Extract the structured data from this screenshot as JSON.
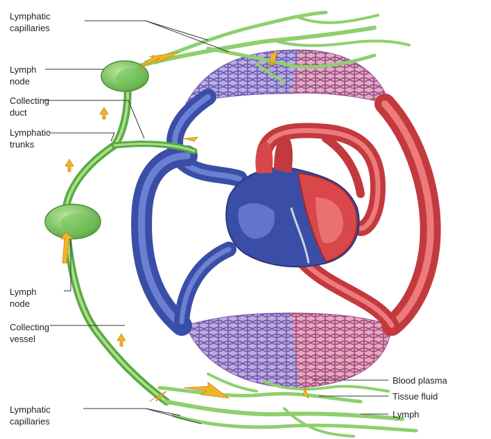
{
  "labels": {
    "lymphatic_capillaries_top": [
      "Lymphatic",
      "capillaries"
    ],
    "lymph_node_top": [
      "Lymph",
      "node"
    ],
    "collecting_duct": [
      "Collecting",
      "duct"
    ],
    "lymphatic_trunks": [
      "Lymphatic",
      "trunks"
    ],
    "lymph_node_mid": [
      "Lymph",
      "node"
    ],
    "collecting_vessel": [
      "Collecting",
      "vessel"
    ],
    "lymphatic_capillaries_bottom": [
      "Lymphatic",
      "capillaries"
    ],
    "blood_plasma": "Blood plasma",
    "tissue_fluid": "Tissue fluid",
    "lymph": "Lymph"
  },
  "colors": {
    "vein_blue": "#4a5fb8",
    "artery_red": "#d9474b",
    "lymph_green": "#8ecf6e",
    "flow_arrow": "#f0b429"
  }
}
